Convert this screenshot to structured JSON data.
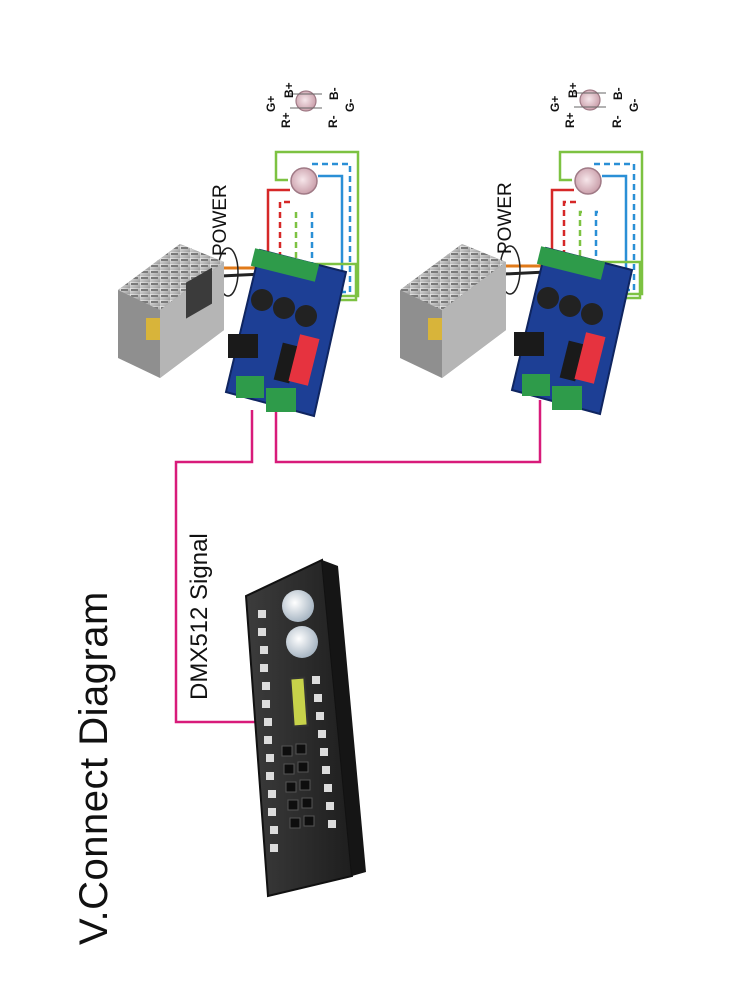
{
  "title": "V.Connect Diagram",
  "signal_label": "DMX512 Signal",
  "power_label": "POWER",
  "led_pins": {
    "g_plus": "G+",
    "b_plus": "B+",
    "r_plus": "R+",
    "b_minus": "B-",
    "g_minus": "G-",
    "r_minus": "R-"
  },
  "colors": {
    "dmx_wire": "#d81b7a",
    "red_wire": "#d62828",
    "green_wire": "#7dc242",
    "blue_wire": "#2a8fd6",
    "power_wire": "#e07a1a",
    "pcb": "#1d3f95",
    "terminal": "#2e9b4a",
    "dip_switch": "#e6333f"
  },
  "icons": [
    "power-supply-icon",
    "decoder-board-icon",
    "rgb-led-icon",
    "dmx-console-icon"
  ]
}
